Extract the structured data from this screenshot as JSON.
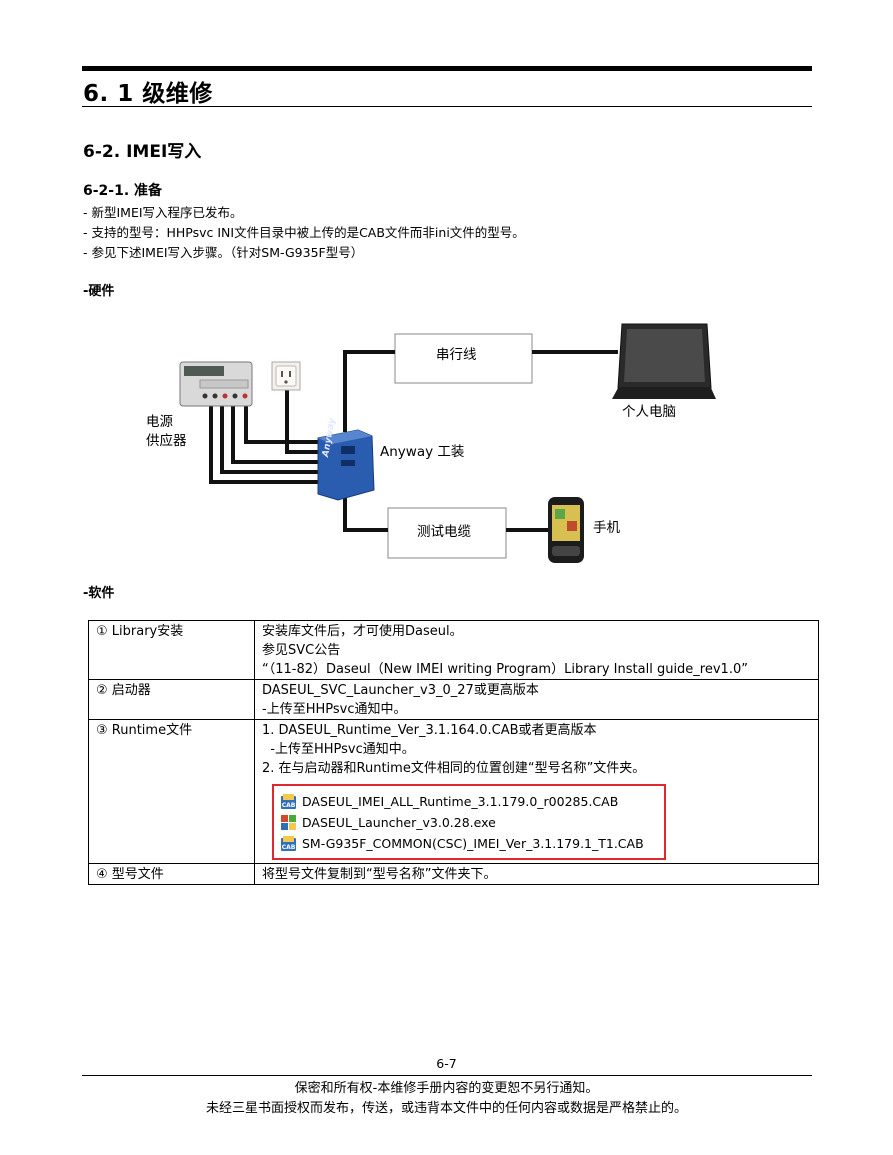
{
  "header": {
    "title": "6. 1 级维修"
  },
  "section": {
    "title": "6-2. IMEI写入"
  },
  "subsection": {
    "title": "6-2-1.  准备",
    "bullets": [
      "-  新型IMEI写入程序已发布。",
      "-  支持的型号：HHPsvc INI文件目录中被上传的是CAB文件而非ini文件的型号。",
      "-  参见下述IMEI写入步骤。（针对SM-G935F型号）"
    ]
  },
  "hardware": {
    "label": "-硬件",
    "diagram": {
      "serial": "串行线",
      "pc": "个人电脑",
      "psu_line1": "电源",
      "psu_line2": "供应器",
      "anyway": "Anyway 工装",
      "cable": "测试电缆",
      "phone": "手机",
      "jig_brand": "Anyway"
    }
  },
  "software": {
    "label": "-软件",
    "rows": [
      {
        "name": "① Library安装",
        "lines": [
          "安装库文件后，才可使用Daseul。",
          "参见SVC公告",
          "“（11-82）Daseul（New IMEI writing Program）Library Install guide_rev1.0”"
        ]
      },
      {
        "name": "②  启动器",
        "lines": [
          "DASEUL_SVC_Launcher_v3_0_27或更高版本",
          "-上传至HHPsvc通知中。"
        ]
      },
      {
        "name": "③ Runtime文件",
        "lines": [
          "1. DASEUL_Runtime_Ver_3.1.164.0.CAB或者更高版本",
          "  -上传至HHPsvc通知中。",
          "2. 在与启动器和Runtime文件相同的位置创建“型号名称”文件夹。"
        ]
      },
      {
        "name": "④  型号文件",
        "lines": [
          "将型号文件复制到“型号名称”文件夹下。"
        ]
      }
    ],
    "files": [
      {
        "name": "DASEUL_IMEI_ALL_Runtime_3.1.179.0_r00285.CAB",
        "icon": "cab-icon"
      },
      {
        "name": "DASEUL_Launcher_v3.0.28.exe",
        "icon": "exe-icon"
      },
      {
        "name": "SM-G935F_COMMON(CSC)_IMEI_Ver_3.1.179.1_T1.CAB",
        "icon": "cab-icon"
      }
    ]
  },
  "footer": {
    "page": "6-7",
    "line1": "保密和所有权-本维修手册内容的变更恕不另行通知。",
    "line2": "未经三星书面授权而发布，传送，或违背本文件中的任何内容或数据是严格禁止的。"
  },
  "colors": {
    "highlight_border": "#e0262e",
    "jig_blue": "#2a5db0"
  }
}
